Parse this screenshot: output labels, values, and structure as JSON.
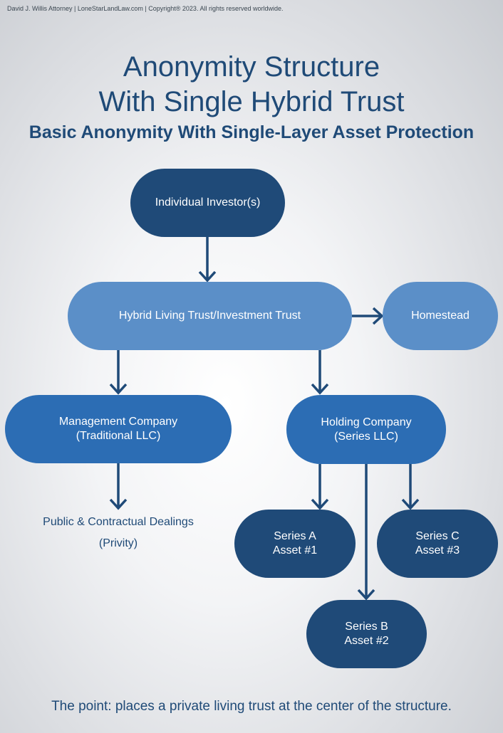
{
  "header": {
    "copyright": "David J. Willis Attorney  |  LoneStarLandLaw.com  |  Copyright® 2023. All rights reserved worldwide."
  },
  "title": {
    "line1": "Anonymity Structure",
    "line2": "With Single Hybrid Trust",
    "subtitle": "Basic Anonymity With Single-Layer Asset Protection"
  },
  "nodes": {
    "investor": "Individual Investor(s)",
    "trust": "Hybrid Living Trust/Investment Trust",
    "homestead": "Homestead",
    "management": {
      "line1": "Management Company",
      "line2": "(Traditional LLC)"
    },
    "holding": {
      "line1": "Holding Company",
      "line2": "(Series LLC)"
    },
    "series_a": {
      "line1": "Series A",
      "line2": "Asset #1"
    },
    "series_b": {
      "line1": "Series B",
      "line2": "Asset #2"
    },
    "series_c": {
      "line1": "Series C",
      "line2": "Asset #3"
    }
  },
  "dealings": {
    "line1": "Public & Contractual Dealings",
    "line2": "(Privity)"
  },
  "footer": "The point: places a private living trust at the center of the structure.",
  "colors": {
    "dark_node": "#1f4a78",
    "mid_node": "#2c6db4",
    "light_node": "#5b8fc8",
    "text": "#1f4a77"
  }
}
